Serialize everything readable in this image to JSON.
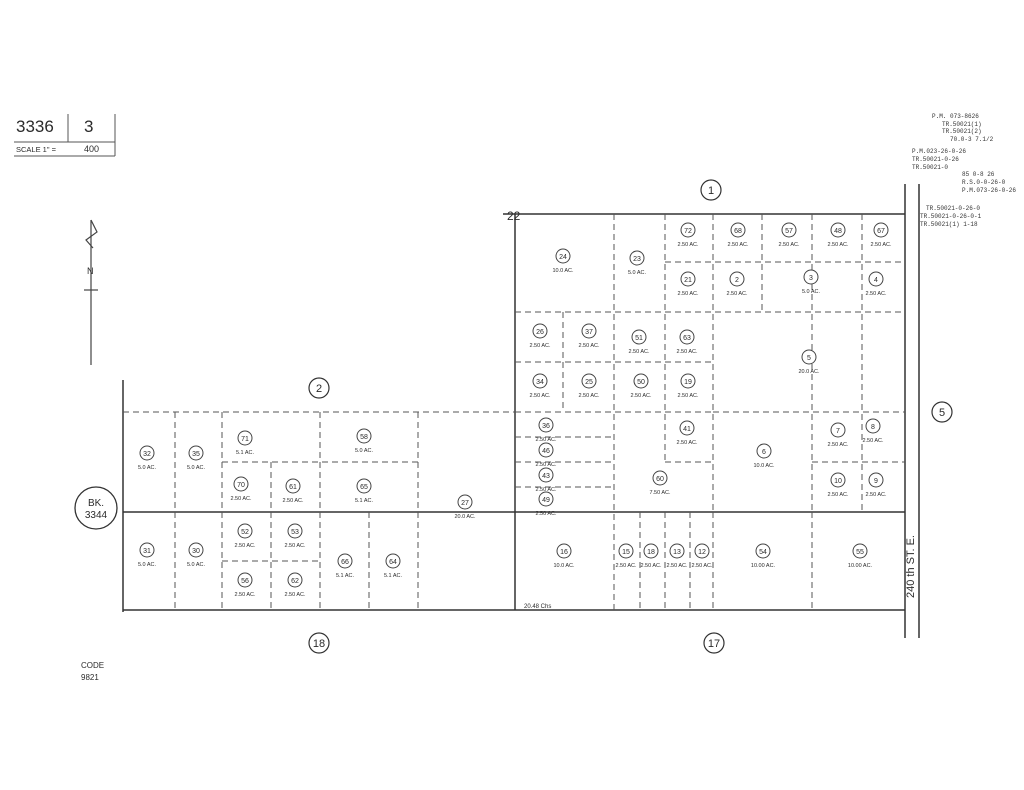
{
  "title_block": {
    "book": "3336",
    "page": "3",
    "scale_label": "SCALE 1\" =",
    "scale_value": "400"
  },
  "north_label": "N",
  "code_block": {
    "label": "CODE",
    "value": "9821"
  },
  "notes": [
    "P.M. 073-8626",
    "TR.50021(1)",
    "TR.50021(2)",
    "70.0-3 7.1/2",
    "P.M.023-26-0-26",
    "TR.50021-0-26",
    "TR.50021-0",
    "85 0-8 26",
    "R.S.0-0-26-0",
    "P.M.073-26-0-26",
    "TR.50021-0-26-0",
    "TR.50021-0-26-0-1",
    "TR.50021(1) 1-18"
  ],
  "street": "240 th ST. E.",
  "map_total": "20.48 Chs",
  "corner_label": "22",
  "adjacent": [
    {
      "id": "adj-1",
      "label": "1"
    },
    {
      "id": "adj-2",
      "label": "2"
    },
    {
      "id": "adj-5",
      "label": "5"
    },
    {
      "id": "adj-18",
      "label": "18"
    },
    {
      "id": "adj-17",
      "label": "17"
    },
    {
      "id": "adj-bk",
      "label": "BK.",
      "sub": "3344"
    }
  ],
  "parcels": [
    {
      "num": "32",
      "acres": "5.0 AC."
    },
    {
      "num": "35",
      "acres": "5.0 AC."
    },
    {
      "num": "31",
      "acres": "5.0 AC."
    },
    {
      "num": "30",
      "acres": "5.0 AC."
    },
    {
      "num": "71",
      "acres": "5.1 AC."
    },
    {
      "num": "58",
      "acres": "5.0 AC."
    },
    {
      "num": "70",
      "acres": "2.50 AC."
    },
    {
      "num": "61",
      "acres": "2.50 AC."
    },
    {
      "num": "65",
      "acres": "5.1 AC."
    },
    {
      "num": "27",
      "acres": "20.0 AC."
    },
    {
      "num": "52",
      "acres": "2.50 AC."
    },
    {
      "num": "53",
      "acres": "2.50 AC."
    },
    {
      "num": "56",
      "acres": "2.50 AC."
    },
    {
      "num": "62",
      "acres": "2.50 AC."
    },
    {
      "num": "66",
      "acres": "5.1 AC."
    },
    {
      "num": "64",
      "acres": "5.1 AC."
    },
    {
      "num": "24",
      "acres": "10.0 AC."
    },
    {
      "num": "23",
      "acres": "5.0 AC."
    },
    {
      "num": "72",
      "acres": "2.50 AC."
    },
    {
      "num": "68",
      "acres": "2.50 AC."
    },
    {
      "num": "57",
      "acres": "2.50 AC."
    },
    {
      "num": "48",
      "acres": "2.50 AC."
    },
    {
      "num": "67",
      "acres": "2.50 AC."
    },
    {
      "num": "21",
      "acres": "2.50 AC."
    },
    {
      "num": "2",
      "acres": "2.50 AC."
    },
    {
      "num": "3",
      "acres": "5.0 AC."
    },
    {
      "num": "4",
      "acres": "2.50 AC."
    },
    {
      "num": "26",
      "acres": "2.50 AC."
    },
    {
      "num": "37",
      "acres": "2.50 AC."
    },
    {
      "num": "51",
      "acres": "2.50 AC."
    },
    {
      "num": "63",
      "acres": "2.50 AC."
    },
    {
      "num": "34",
      "acres": "2.50 AC."
    },
    {
      "num": "25",
      "acres": "2.50 AC."
    },
    {
      "num": "50",
      "acres": "2.50 AC."
    },
    {
      "num": "19",
      "acres": "2.50 AC."
    },
    {
      "num": "5",
      "acres": "20.0 AC."
    },
    {
      "num": "36",
      "acres": "2.50 AC."
    },
    {
      "num": "46",
      "acres": "2.50 AC."
    },
    {
      "num": "43",
      "acres": "2.50 AC."
    },
    {
      "num": "49",
      "acres": "2.50 AC."
    },
    {
      "num": "41",
      "acres": "2.50 AC."
    },
    {
      "num": "60",
      "acres": "7.50 AC."
    },
    {
      "num": "6",
      "acres": "10.0 AC."
    },
    {
      "num": "7",
      "acres": "2.50 AC."
    },
    {
      "num": "8",
      "acres": "2.50 AC."
    },
    {
      "num": "10",
      "acres": "2.50 AC."
    },
    {
      "num": "9",
      "acres": "2.50 AC."
    },
    {
      "num": "16",
      "acres": "10.0 AC."
    },
    {
      "num": "15",
      "acres": "2.50 AC."
    },
    {
      "num": "18",
      "acres": "2.50 AC."
    },
    {
      "num": "13",
      "acres": "2.50 AC."
    },
    {
      "num": "12",
      "acres": "2.50 AC."
    },
    {
      "num": "54",
      "acres": "10.00 AC."
    },
    {
      "num": "55",
      "acres": "10.00 AC."
    }
  ]
}
